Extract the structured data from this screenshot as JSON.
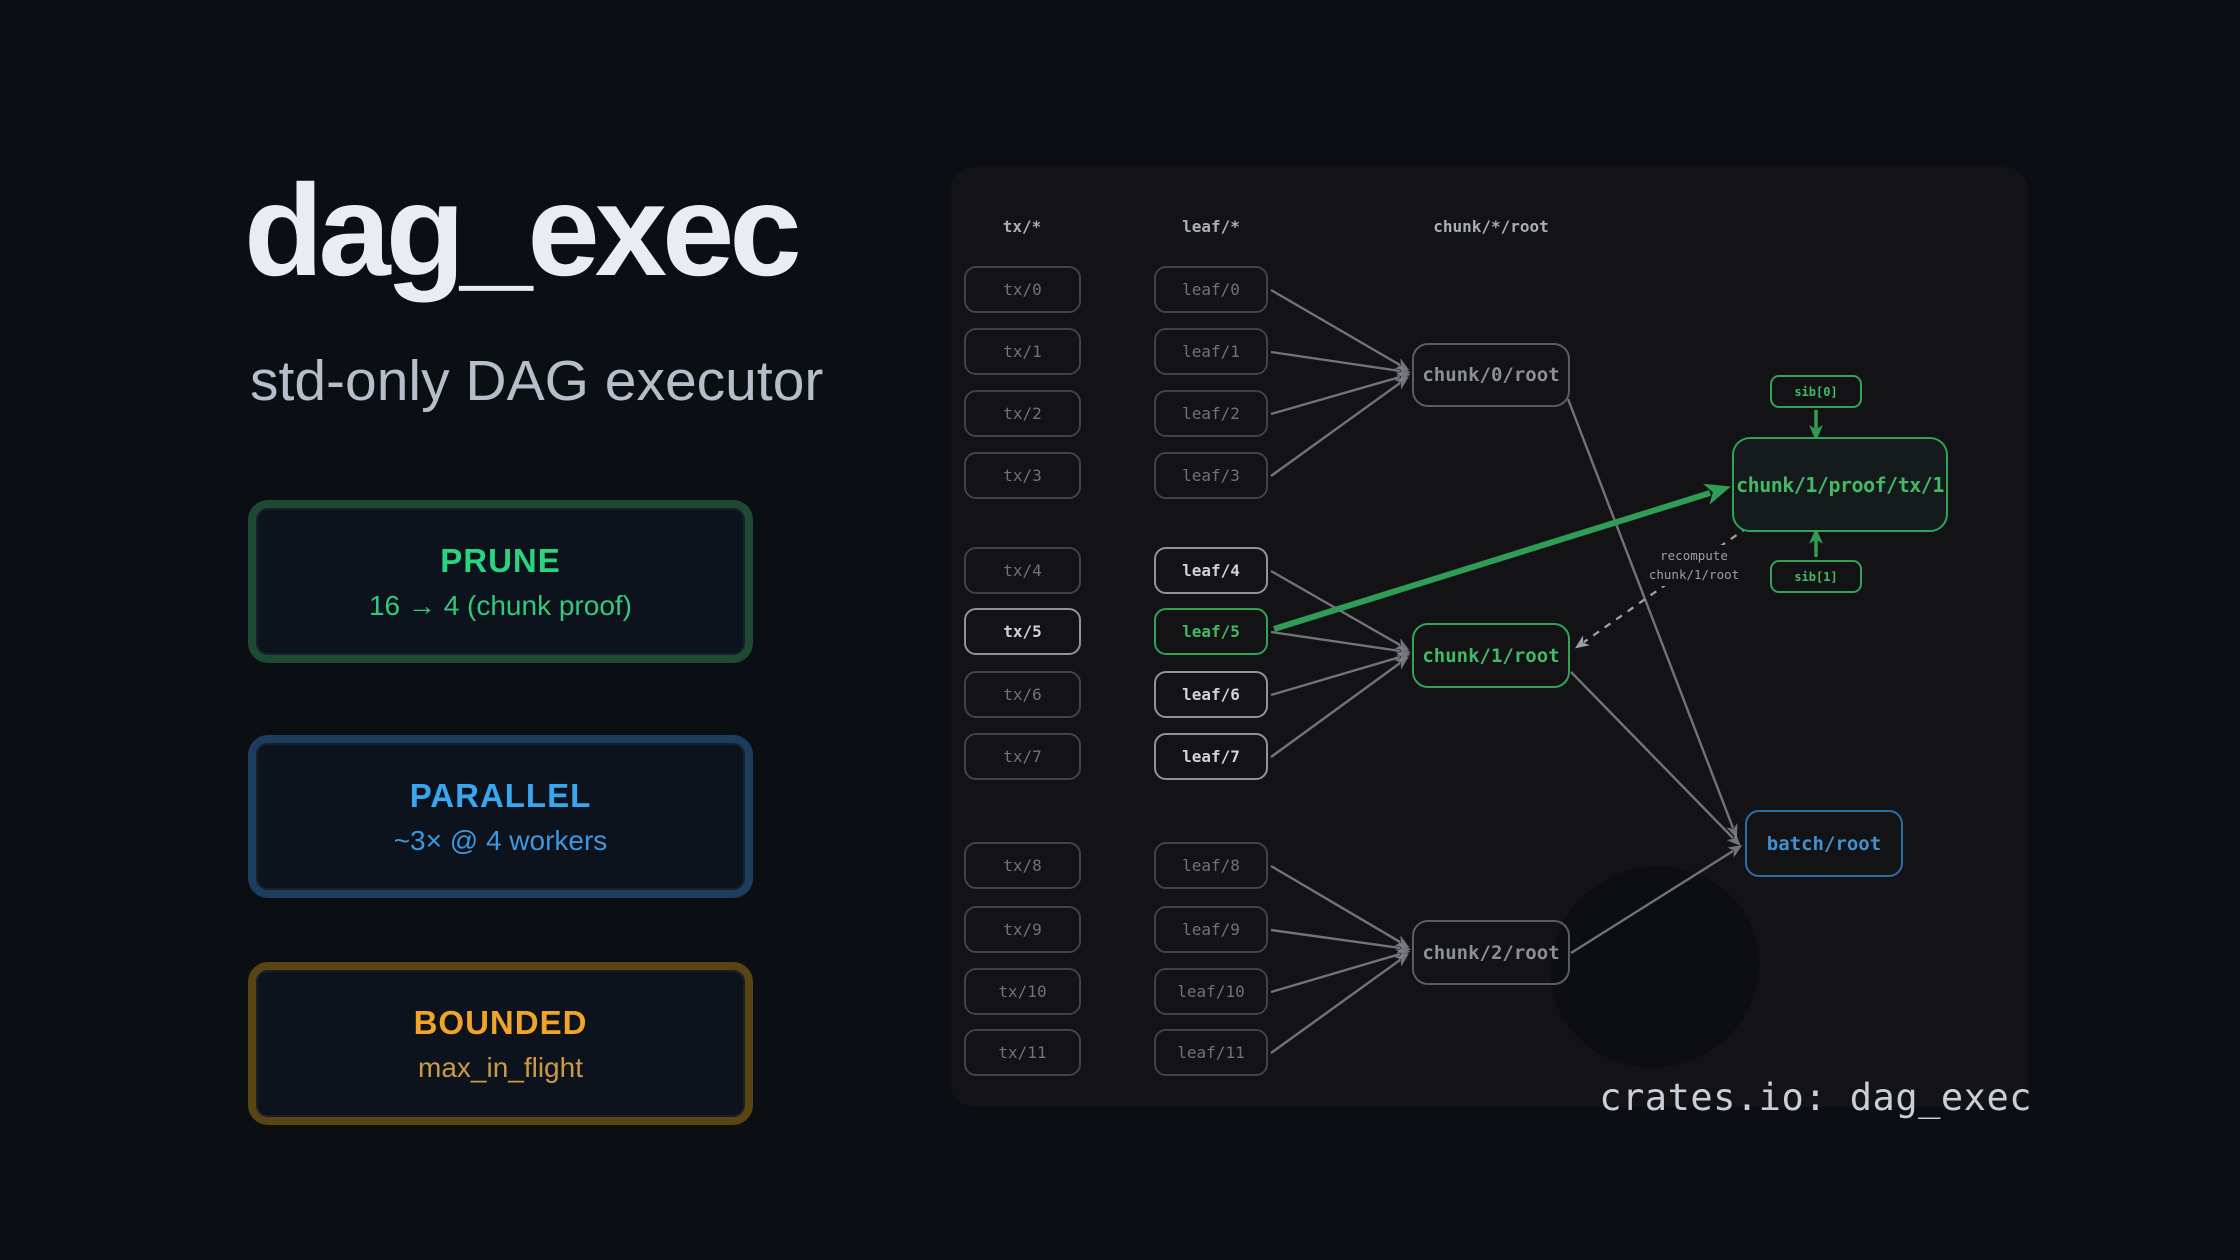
{
  "hero": {
    "title": "dag_exec",
    "subtitle": "std-only DAG executor"
  },
  "badges": [
    {
      "id": "prune",
      "title": "PRUNE",
      "subtitle": "16 → 4 (chunk proof)",
      "border": "#1e4a33",
      "title_color": "#2bd47e",
      "sub_color": "#35c87a"
    },
    {
      "id": "parallel",
      "title": "PARALLEL",
      "subtitle": "~3× @ 4 workers",
      "border": "#1d3d5f",
      "title_color": "#38a7f0",
      "sub_color": "#3d96de"
    },
    {
      "id": "bounded",
      "title": "BOUNDED",
      "subtitle": "max_in_flight",
      "border": "#594413",
      "title_color": "#f1a428",
      "sub_color": "#cd9a43"
    }
  ],
  "diagram": {
    "headers": [
      "tx/*",
      "leaf/*",
      "chunk/*/root"
    ],
    "annotation": [
      "recompute",
      "chunk/1/root"
    ],
    "nodes": [
      {
        "id": "tx0",
        "label": "tx/0",
        "variant": "dim"
      },
      {
        "id": "tx1",
        "label": "tx/1",
        "variant": "dim"
      },
      {
        "id": "tx2",
        "label": "tx/2",
        "variant": "dim"
      },
      {
        "id": "tx3",
        "label": "tx/3",
        "variant": "dim"
      },
      {
        "id": "tx4",
        "label": "tx/4",
        "variant": "dim"
      },
      {
        "id": "tx5",
        "label": "tx/5",
        "variant": "bright"
      },
      {
        "id": "tx6",
        "label": "tx/6",
        "variant": "dim"
      },
      {
        "id": "tx7",
        "label": "tx/7",
        "variant": "dim"
      },
      {
        "id": "tx8",
        "label": "tx/8",
        "variant": "dim"
      },
      {
        "id": "tx9",
        "label": "tx/9",
        "variant": "dim"
      },
      {
        "id": "tx10",
        "label": "tx/10",
        "variant": "dim"
      },
      {
        "id": "tx11",
        "label": "tx/11",
        "variant": "dim"
      },
      {
        "id": "leaf0",
        "label": "leaf/0",
        "variant": "dim"
      },
      {
        "id": "leaf1",
        "label": "leaf/1",
        "variant": "dim"
      },
      {
        "id": "leaf2",
        "label": "leaf/2",
        "variant": "dim"
      },
      {
        "id": "leaf3",
        "label": "leaf/3",
        "variant": "dim"
      },
      {
        "id": "leaf4",
        "label": "leaf/4",
        "variant": "bright"
      },
      {
        "id": "leaf5",
        "label": "leaf/5",
        "variant": "green"
      },
      {
        "id": "leaf6",
        "label": "leaf/6",
        "variant": "bright"
      },
      {
        "id": "leaf7",
        "label": "leaf/7",
        "variant": "bright"
      },
      {
        "id": "leaf8",
        "label": "leaf/8",
        "variant": "dim"
      },
      {
        "id": "leaf9",
        "label": "leaf/9",
        "variant": "dim"
      },
      {
        "id": "leaf10",
        "label": "leaf/10",
        "variant": "dim"
      },
      {
        "id": "leaf11",
        "label": "leaf/11",
        "variant": "dim"
      },
      {
        "id": "chunk0",
        "label": "chunk/0/root",
        "variant": "chunk"
      },
      {
        "id": "chunk1",
        "label": "chunk/1/root",
        "variant": "chunk-green"
      },
      {
        "id": "chunk2",
        "label": "chunk/2/root",
        "variant": "chunk"
      },
      {
        "id": "proof",
        "label": "chunk/1/proof/tx/1",
        "variant": "proof"
      },
      {
        "id": "sib0",
        "label": "sib[0]",
        "variant": "sib"
      },
      {
        "id": "sib1",
        "label": "sib[1]",
        "variant": "sib"
      },
      {
        "id": "batch",
        "label": "batch/root",
        "variant": "batch"
      }
    ]
  },
  "footer": {
    "label": "crates.io: dag_exec"
  },
  "colors": {
    "page_bg": "#0b0e13",
    "panel_bg": "#131316",
    "blob": "#0c0e12",
    "title": "#e9edf2",
    "subtitle": "#b6bec9",
    "badge_bg": "#0d131d",
    "header_text": "#a9afb7",
    "node_dim_border": "#3f434a",
    "node_dim_text": "#6e737a",
    "node_bright_border": "#8f949c",
    "node_bright_text": "#ced3d9",
    "chunk_dim_border": "#585c63",
    "chunk_dim_text": "#8b9097",
    "green_border": "#31a257",
    "green_text": "#43b966",
    "green_edge": "#2f9e54",
    "blue_border": "#2b6cab",
    "blue_text": "#4190cf",
    "edge": "#80858c",
    "dash": "#9ba1a9",
    "proof_bg": "#151a1c",
    "footer_text": "#c9cfd7"
  }
}
